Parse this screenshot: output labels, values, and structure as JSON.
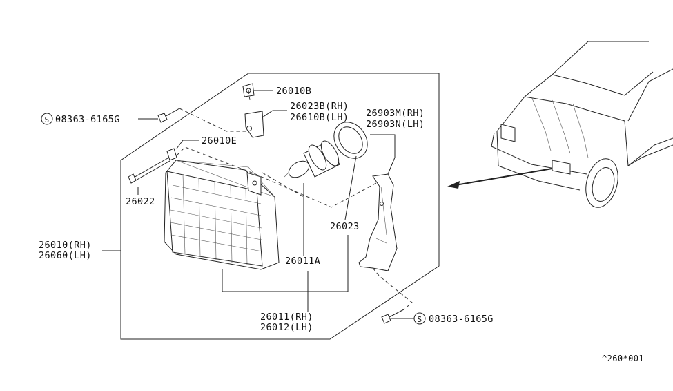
{
  "labels": {
    "p26010b": "26010B",
    "p26023b": "26023B(RH)",
    "p26610b": "26610B(LH)",
    "p26903m": "26903M(RH)",
    "p26903n": "26903N(LH)",
    "bolt_top": "08363-6165G",
    "p26010e": "26010E",
    "p26022": "26022",
    "p26023": "26023",
    "p26010rh": "26010(RH)",
    "p26060lh": "26060(LH)",
    "p26011a": "26011A",
    "p26011rh": "26011(RH)",
    "p26012lh": "26012(LH)",
    "bolt_bottom": "08363-6165G",
    "symbol_s": "S",
    "footer_code": "^260*001"
  }
}
